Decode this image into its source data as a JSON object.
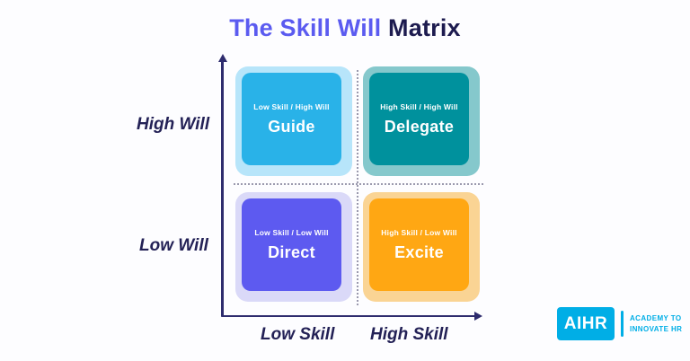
{
  "title": {
    "accent": "The Skill Will",
    "rest": "Matrix"
  },
  "colors": {
    "title_accent": "#5B5BF0",
    "title_rest": "#1D1B4F",
    "axis": "#2E2C6E"
  },
  "axes": {
    "y_top_label": "High Will",
    "y_bottom_label": "Low Will",
    "x_left_label": "Low Skill",
    "x_right_label": "High Skill"
  },
  "quadrants": {
    "guide": {
      "tag": "Low Skill / High Will",
      "label": "Guide",
      "outer_color": "#B7E5FA",
      "inner_color": "#29B2E8"
    },
    "delegate": {
      "tag": "High Skill / High Will",
      "label": "Delegate",
      "outer_color": "#85C8CC",
      "inner_color": "#00919D"
    },
    "direct": {
      "tag": "Low Skill / Low Will",
      "label": "Direct",
      "outer_color": "#DAD9F8",
      "inner_color": "#5D5AF0"
    },
    "excite": {
      "tag": "High Skill / Low Will",
      "label": "Excite",
      "outer_color": "#FAD494",
      "inner_color": "#FFA713"
    }
  },
  "logo": {
    "abbr": "AIHR",
    "tagline_line1": "ACADEMY TO",
    "tagline_line2": "INNOVATE HR",
    "brand_color": "#00AEE6"
  }
}
